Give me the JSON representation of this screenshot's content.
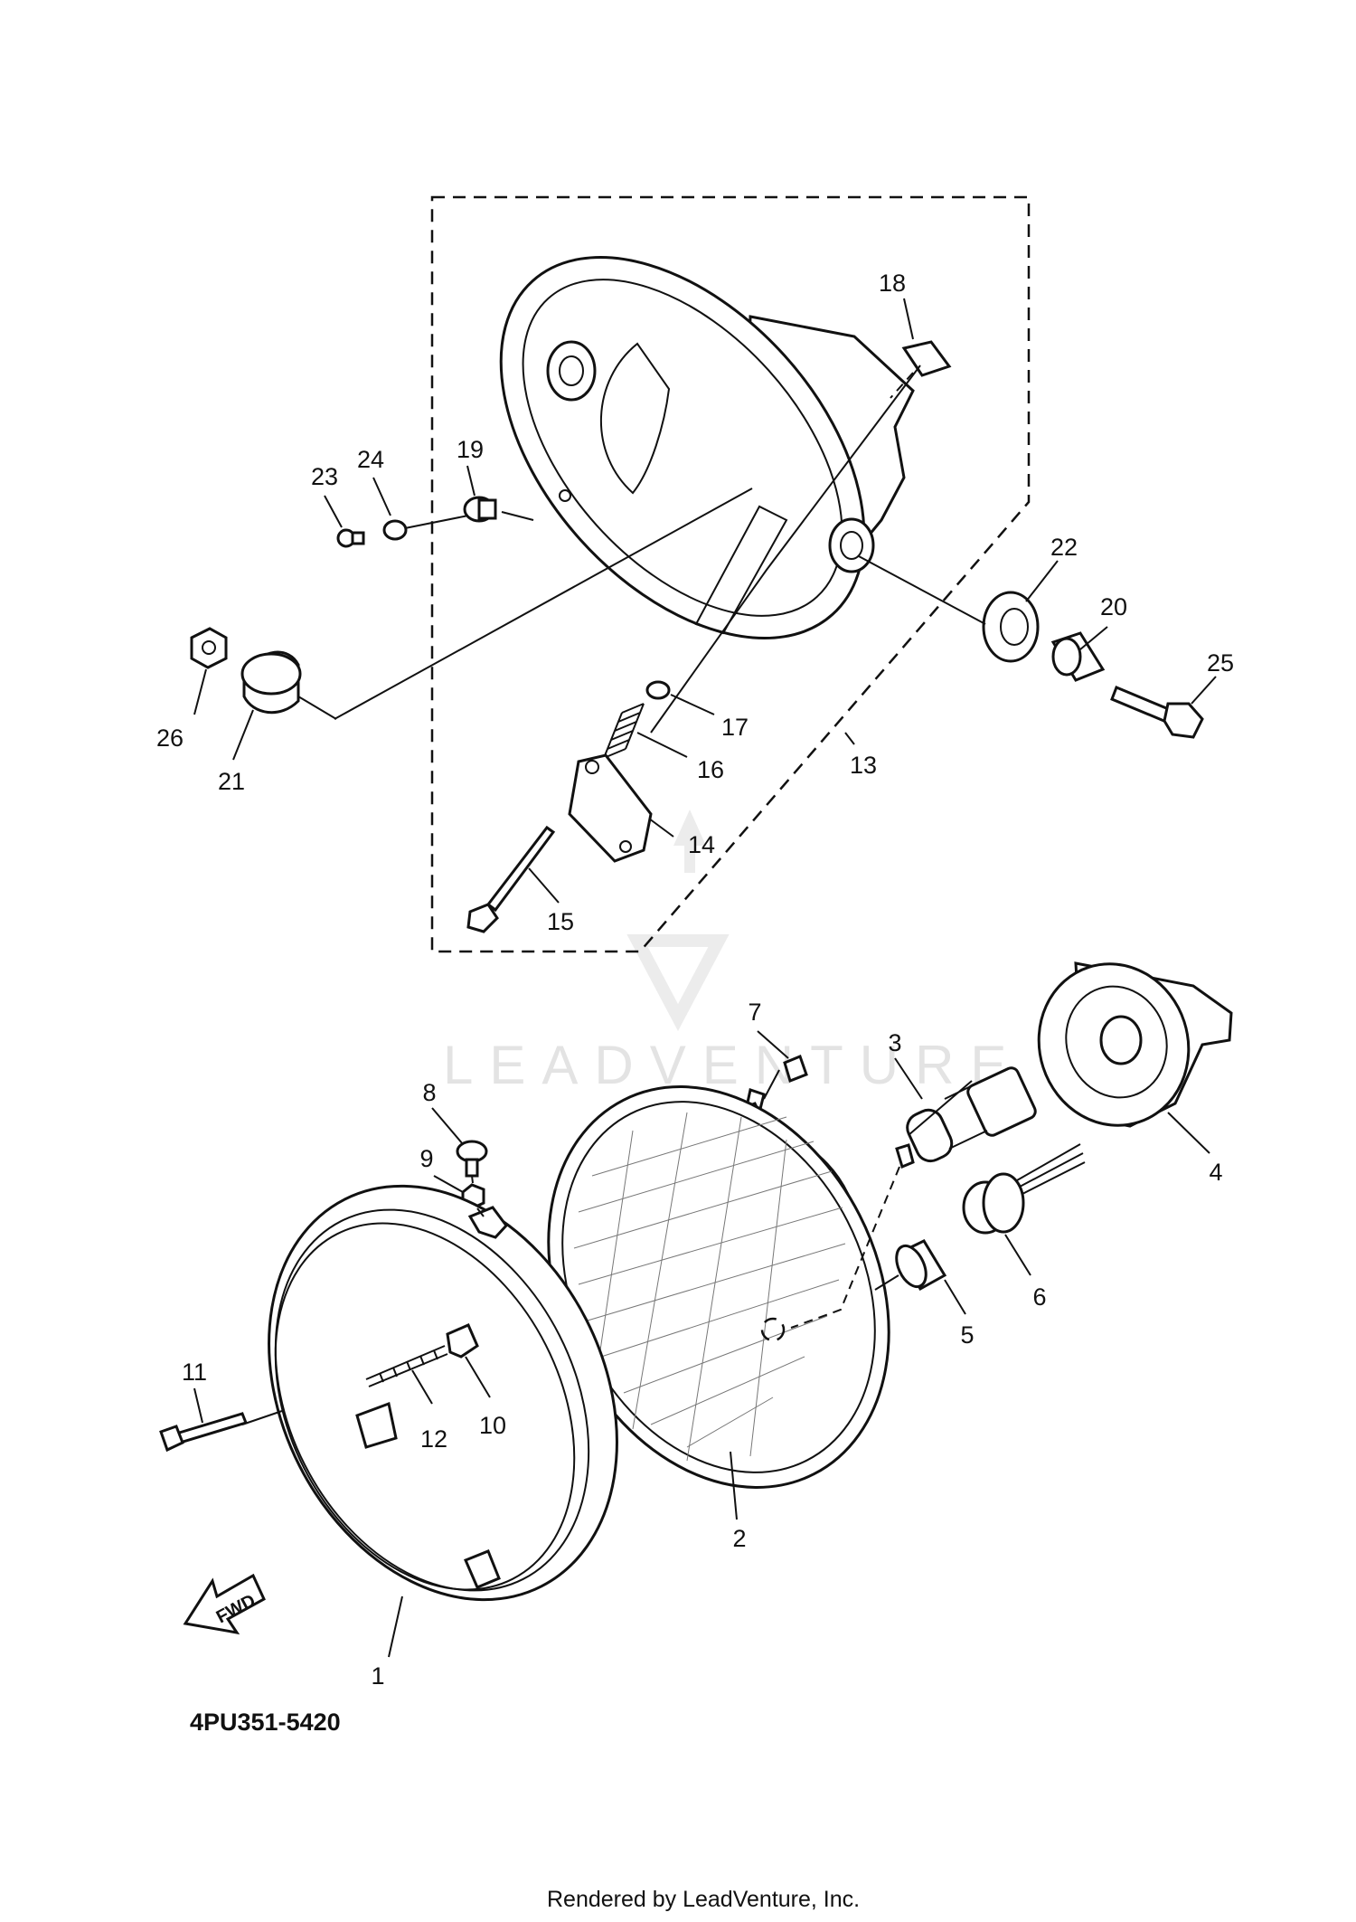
{
  "diagram_code": "4PU351-5420",
  "footer_text": "Rendered by LeadVenture, Inc.",
  "watermark_text": "LEADVENTURE",
  "fwd_label": "FWD",
  "callouts": [
    "1",
    "2",
    "3",
    "4",
    "5",
    "6",
    "7",
    "8",
    "9",
    "10",
    "11",
    "12",
    "13",
    "14",
    "15",
    "16",
    "17",
    "18",
    "19",
    "20",
    "21",
    "22",
    "23",
    "24",
    "25",
    "26"
  ]
}
